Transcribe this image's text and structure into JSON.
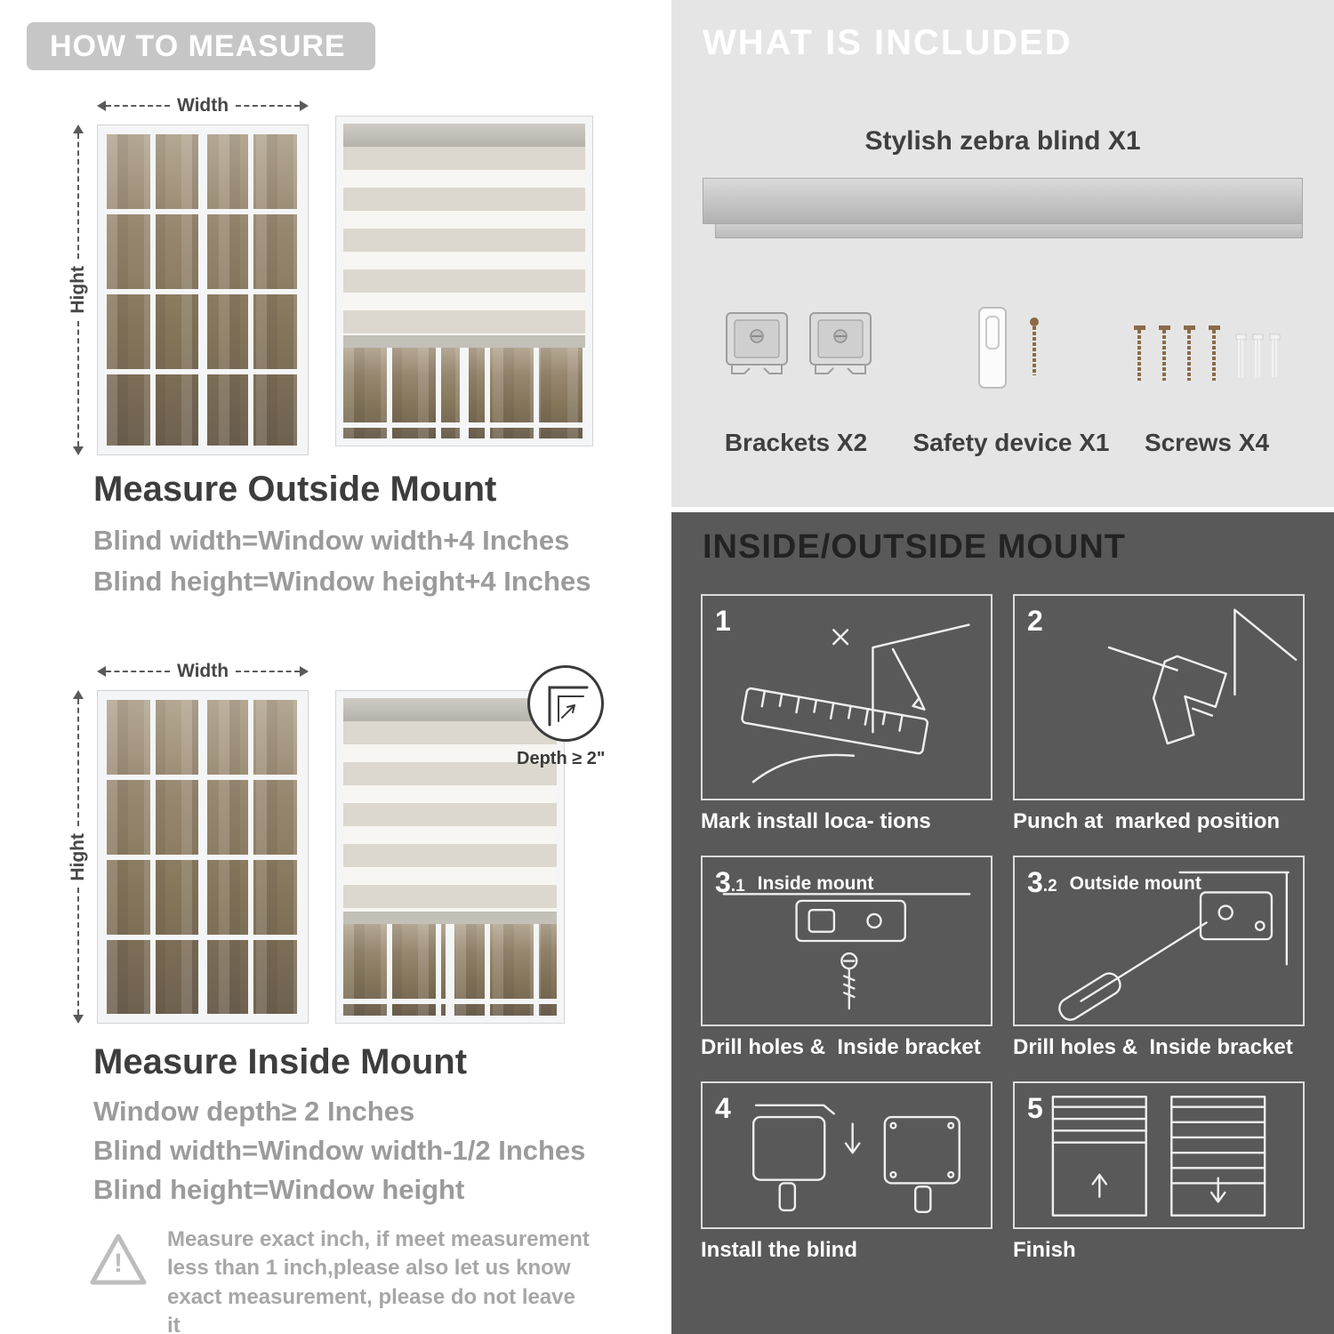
{
  "colors": {
    "header-pill": "#c6c6c6",
    "panel-light": "#e5e5e5",
    "panel-dark": "#595959",
    "text-dark": "#3d3d3d",
    "text-gray": "#9b9b9b",
    "line-art": "#efefef",
    "stripe-solid": "#dcd8cf",
    "stripe-sheer": "#f8f6f2"
  },
  "left": {
    "header": "HOW TO MEASURE",
    "outside": {
      "width_label": "Width",
      "height_label": "Hight",
      "title": "Measure Outside Mount",
      "lines": [
        "Blind width=Window width+4 Inches",
        "Blind height=Window height+4 Inches"
      ]
    },
    "inside": {
      "width_label": "Width",
      "height_label": "Hight",
      "depth_label": "Depth ≥ 2\"",
      "title": "Measure Inside Mount",
      "lines": [
        "Window depth≥ 2 Inches",
        "Blind width=Window width-1/2 Inches",
        "Blind height=Window height"
      ]
    },
    "warning": {
      "mark": "!",
      "note": "Measure exact inch, if meet measurement less than 1 inch,please also let us know exact measurement, please do not leave it"
    }
  },
  "right": {
    "included": {
      "header": "WHAT IS INCLUDED",
      "blind_label": "Stylish zebra blind X1",
      "items": [
        {
          "label": "Brackets X2"
        },
        {
          "label": "Safety device X1"
        },
        {
          "label": "Screws X4"
        }
      ]
    },
    "mount": {
      "header": "INSIDE/OUTSIDE MOUNT",
      "steps": [
        {
          "num": "1",
          "sub": "",
          "tag": "",
          "caption": "Mark install loca- tions"
        },
        {
          "num": "2",
          "sub": "",
          "tag": "",
          "caption": "Punch at  marked position"
        },
        {
          "num": "3",
          "sub": ".1",
          "tag": "Inside mount",
          "caption": "Drill holes &  Inside bracket"
        },
        {
          "num": "3",
          "sub": ".2",
          "tag": "Outside mount",
          "caption": "Drill holes &  Inside bracket"
        },
        {
          "num": "4",
          "sub": "",
          "tag": "",
          "caption": "Install the blind"
        },
        {
          "num": "5",
          "sub": "",
          "tag": "",
          "caption": "Finish"
        }
      ]
    }
  }
}
